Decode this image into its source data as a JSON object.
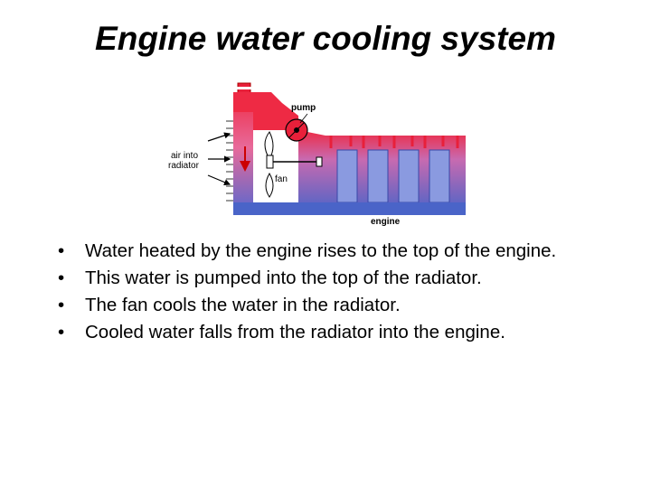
{
  "slide": {
    "title": "Engine water cooling system",
    "diagram": {
      "labels": {
        "pump": "pump",
        "air_line1": "air into",
        "air_line2": "radiator",
        "fan": "fan",
        "engine": "engine"
      },
      "colors": {
        "hot": "#e8203a",
        "cool": "#4a64c8",
        "line": "#000000"
      }
    },
    "bullet_glyph": "•",
    "bullets": [
      "Water heated by the engine rises to the top of the engine.",
      "This water is pumped into the top of the radiator.",
      "The fan cools the water in the radiator.",
      "Cooled water falls from the radiator into the engine."
    ]
  }
}
